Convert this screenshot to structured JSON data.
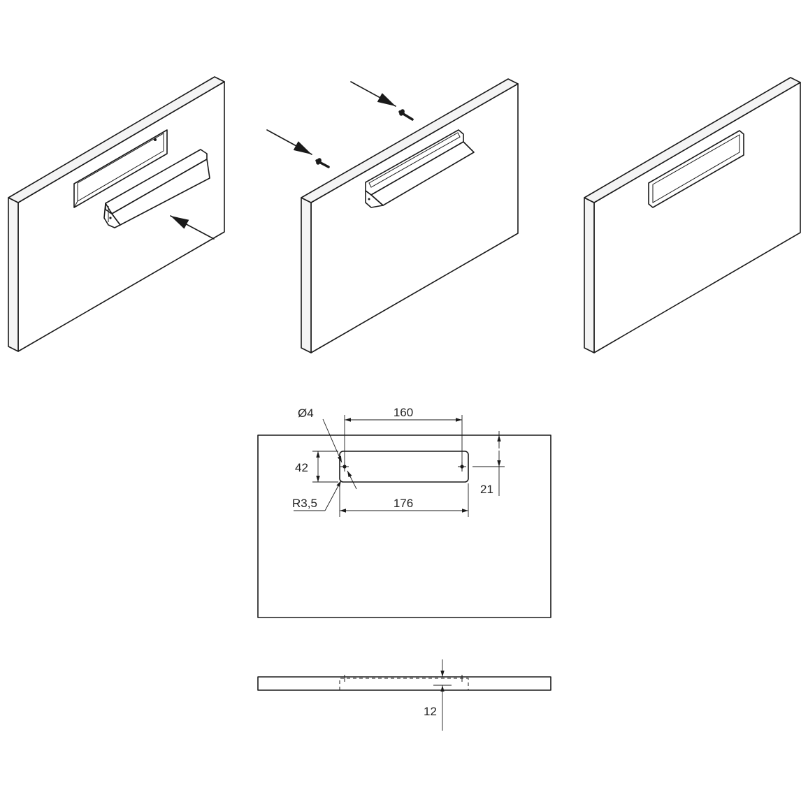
{
  "dimensions": {
    "hole_diameter": "Ø4",
    "hole_spacing": "160",
    "cutout_height": "42",
    "corner_radius": "R3,5",
    "cutout_length": "176",
    "offset_from_top": "21",
    "depth": "12"
  }
}
